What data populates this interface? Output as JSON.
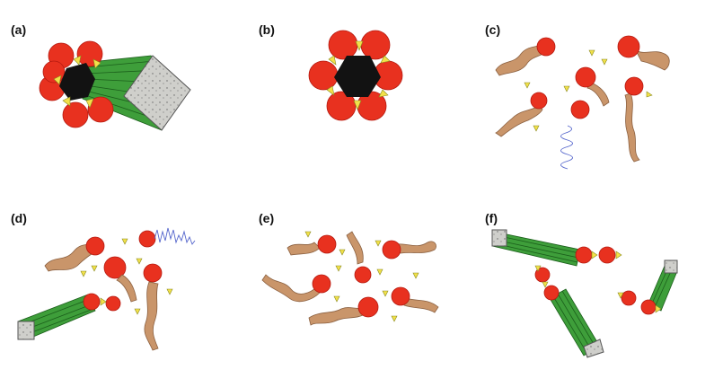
{
  "panels": [
    {
      "id": "a",
      "label": "(a)"
    },
    {
      "id": "b",
      "label": "(b)"
    },
    {
      "id": "c",
      "label": "(c)"
    },
    {
      "id": "d",
      "label": "(d)"
    },
    {
      "id": "e",
      "label": "(e)"
    },
    {
      "id": "f",
      "label": "(f)"
    }
  ],
  "colors": {
    "ball": "#e8311f",
    "triangle": "#f2e14a",
    "chain": "#c9956a",
    "fiber": "#3e9e3a",
    "block": "#c8c8c4",
    "core": "#121212",
    "squiggle": "#5566cc"
  }
}
